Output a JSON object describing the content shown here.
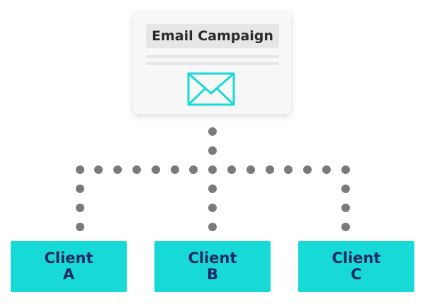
{
  "campaign": {
    "title": "Email Campaign",
    "icon": "envelope-icon"
  },
  "clients": [
    {
      "line1": "Client",
      "line2": "A"
    },
    {
      "line1": "Client",
      "line2": "B"
    },
    {
      "line1": "Client",
      "line2": "C"
    }
  ],
  "colors": {
    "accent": "#17d9d6",
    "client_text": "#1f2a63",
    "connector": "#7a7a7a"
  }
}
